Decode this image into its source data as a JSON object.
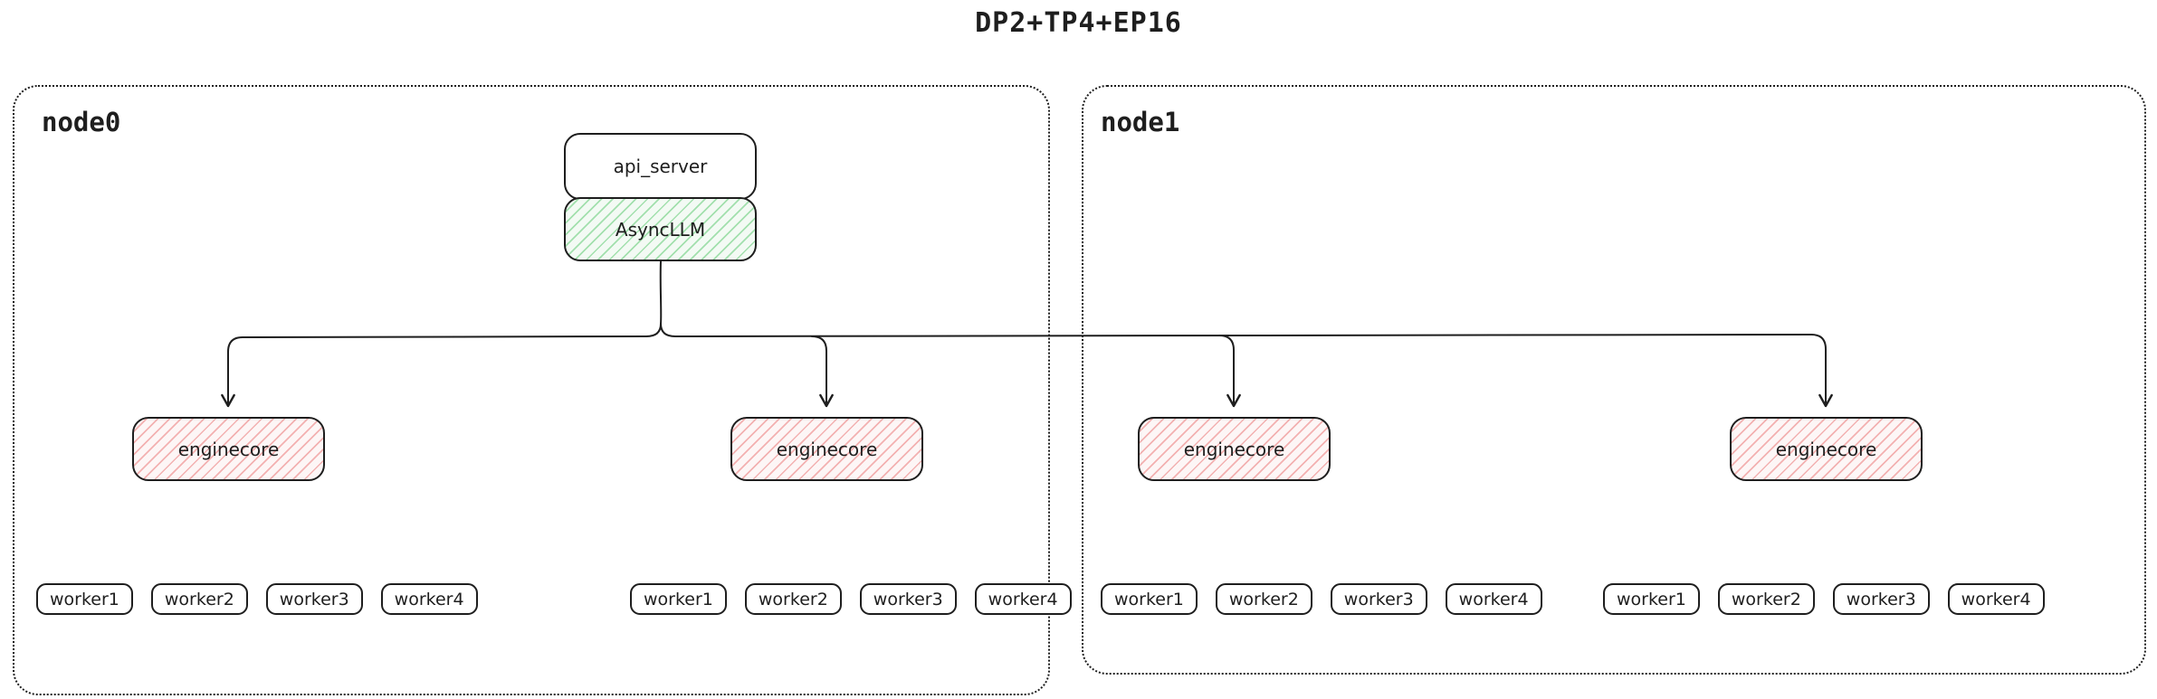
{
  "title": "DP2+TP4+EP16",
  "colors": {
    "stroke": "#1e1e1e",
    "asyncllm_fill": "#40c057",
    "enginecore_fill": "#e03131",
    "background": "#ffffff"
  },
  "nodes": [
    {
      "label": "node0",
      "api_server_label": "api_server",
      "asyncllm_label": "AsyncLLM",
      "enginecores": [
        {
          "label": "enginecore",
          "workers": [
            "worker1",
            "worker2",
            "worker3",
            "worker4"
          ]
        },
        {
          "label": "enginecore",
          "workers": [
            "worker1",
            "worker2",
            "worker3",
            "worker4"
          ]
        }
      ]
    },
    {
      "label": "node1",
      "enginecores": [
        {
          "label": "enginecore",
          "workers": [
            "worker1",
            "worker2",
            "worker3",
            "worker4"
          ]
        },
        {
          "label": "enginecore",
          "workers": [
            "worker1",
            "worker2",
            "worker3",
            "worker4"
          ]
        }
      ]
    }
  ]
}
